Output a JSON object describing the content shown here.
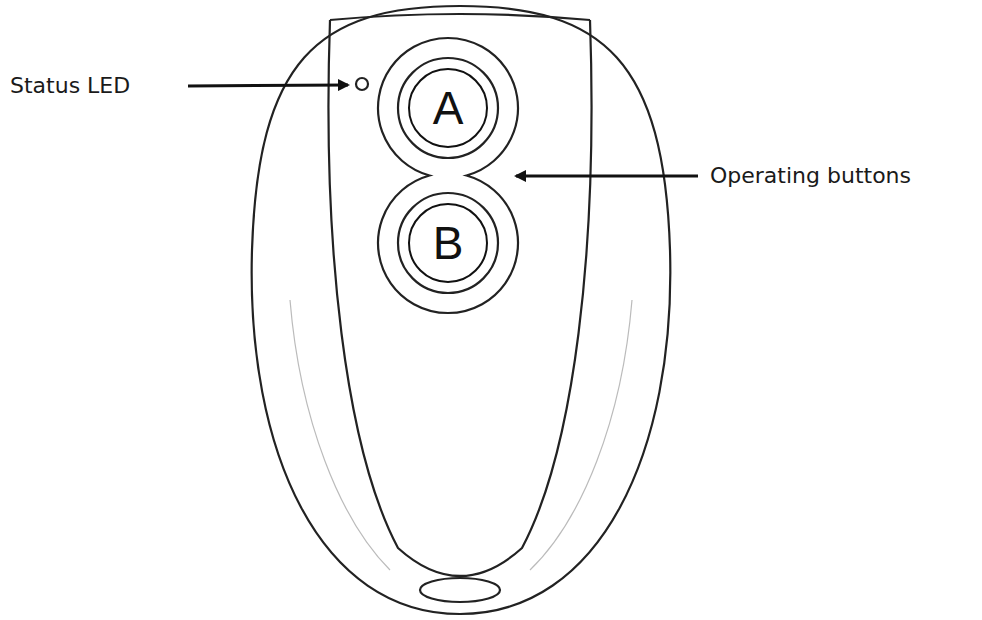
{
  "diagram": {
    "nodes": [
      {
        "text": [
          "A"
        ]
      },
      {
        "text": [
          "B"
        ]
      }
    ],
    "labels": [
      "Status LED",
      "Operating buttons"
    ]
  }
}
